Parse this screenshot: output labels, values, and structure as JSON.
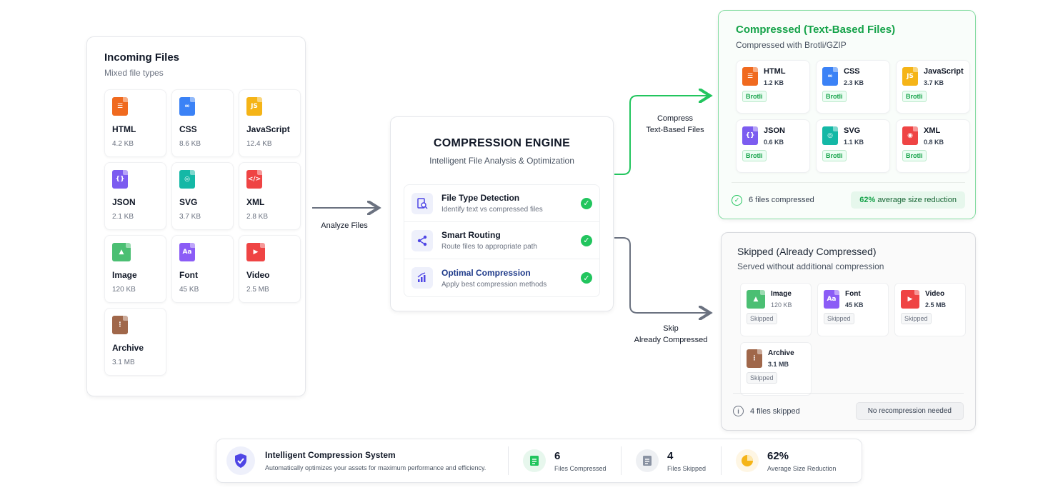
{
  "colors": {
    "html": "#f06a1f",
    "css": "#3b82f6",
    "javascript": "#f5b417",
    "json": "#7c5cf0",
    "svg": "#14b8a6",
    "xml": "#ef4444",
    "image": "#4bbf73",
    "font": "#8b5cf6",
    "video": "#ef4444",
    "archive": "#a0674a",
    "green": "#22c55e",
    "accent": "#4f46e5"
  },
  "incoming": {
    "title": "Incoming Files",
    "subtitle": "Mixed file types",
    "files": [
      {
        "name": "HTML",
        "size": "4.2 KB",
        "icon": "html-file-icon"
      },
      {
        "name": "CSS",
        "size": "8.6 KB",
        "icon": "css-file-icon"
      },
      {
        "name": "JavaScript",
        "size": "12.4 KB",
        "icon": "javascript-file-icon"
      },
      {
        "name": "JSON",
        "size": "2.1 KB",
        "icon": "json-file-icon"
      },
      {
        "name": "SVG",
        "size": "3.7 KB",
        "icon": "svg-file-icon"
      },
      {
        "name": "XML",
        "size": "2.8 KB",
        "icon": "xml-file-icon"
      },
      {
        "name": "Image",
        "size": "120 KB",
        "icon": "image-file-icon"
      },
      {
        "name": "Font",
        "size": "45 KB",
        "icon": "font-file-icon"
      },
      {
        "name": "Video",
        "size": "2.5 MB",
        "icon": "video-file-icon"
      },
      {
        "name": "Archive",
        "size": "3.1 MB",
        "icon": "archive-file-icon"
      }
    ]
  },
  "arrows": {
    "analyze": "Analyze Files",
    "compress_line1": "Compress",
    "compress_line2": "Text-Based Files",
    "skip_line1": "Skip",
    "skip_line2": "Already Compressed"
  },
  "engine": {
    "title": "COMPRESSION ENGINE",
    "subtitle": "Intelligent File Analysis & Optimization",
    "steps": [
      {
        "title": "File Type Detection",
        "desc": "Identify text vs compressed files",
        "icon": "file-search-icon"
      },
      {
        "title": "Smart Routing",
        "desc": "Route files to appropriate path",
        "icon": "share-nodes-icon"
      },
      {
        "title": "Optimal Compression",
        "desc": "Apply best compression methods",
        "icon": "bar-chart-icon"
      }
    ]
  },
  "compressed": {
    "title": "Compressed (Text-Based Files)",
    "subtitle": "Compressed with Brotli/GZIP",
    "files": [
      {
        "name": "HTML",
        "size": "1.2 KB",
        "badge": "Brotli"
      },
      {
        "name": "CSS",
        "size": "2.3 KB",
        "badge": "Brotli"
      },
      {
        "name": "JavaScript",
        "size": "3.7 KB",
        "badge": "Brotli"
      },
      {
        "name": "JSON",
        "size": "0.6 KB",
        "badge": "Brotli"
      },
      {
        "name": "SVG",
        "size": "1.1 KB",
        "badge": "Brotli"
      },
      {
        "name": "XML",
        "size": "0.8 KB",
        "badge": "Brotli"
      }
    ],
    "footer_count": "6 files compressed",
    "footer_pct": "62%",
    "footer_pill": "average size reduction"
  },
  "skipped": {
    "title": "Skipped (Already Compressed)",
    "subtitle": "Served without additional compression",
    "files": [
      {
        "name": "Image",
        "size": "120 KB",
        "badge": "Skipped"
      },
      {
        "name": "Font",
        "size": "45 KB",
        "badge": "Skipped"
      },
      {
        "name": "Video",
        "size": "2.5 MB",
        "badge": "Skipped"
      },
      {
        "name": "Archive",
        "size": "3.1 MB",
        "badge": "Skipped"
      }
    ],
    "footer_count": "4 files skipped",
    "footer_pill": "No recompression needed"
  },
  "summary": {
    "title": "Intelligent Compression System",
    "desc": "Automatically optimizes your assets for maximum performance and efficiency.",
    "stats": [
      {
        "value": "6",
        "label": "Files Compressed"
      },
      {
        "value": "4",
        "label": "Files Skipped"
      },
      {
        "value": "62%",
        "label": "Average Size Reduction"
      }
    ]
  }
}
